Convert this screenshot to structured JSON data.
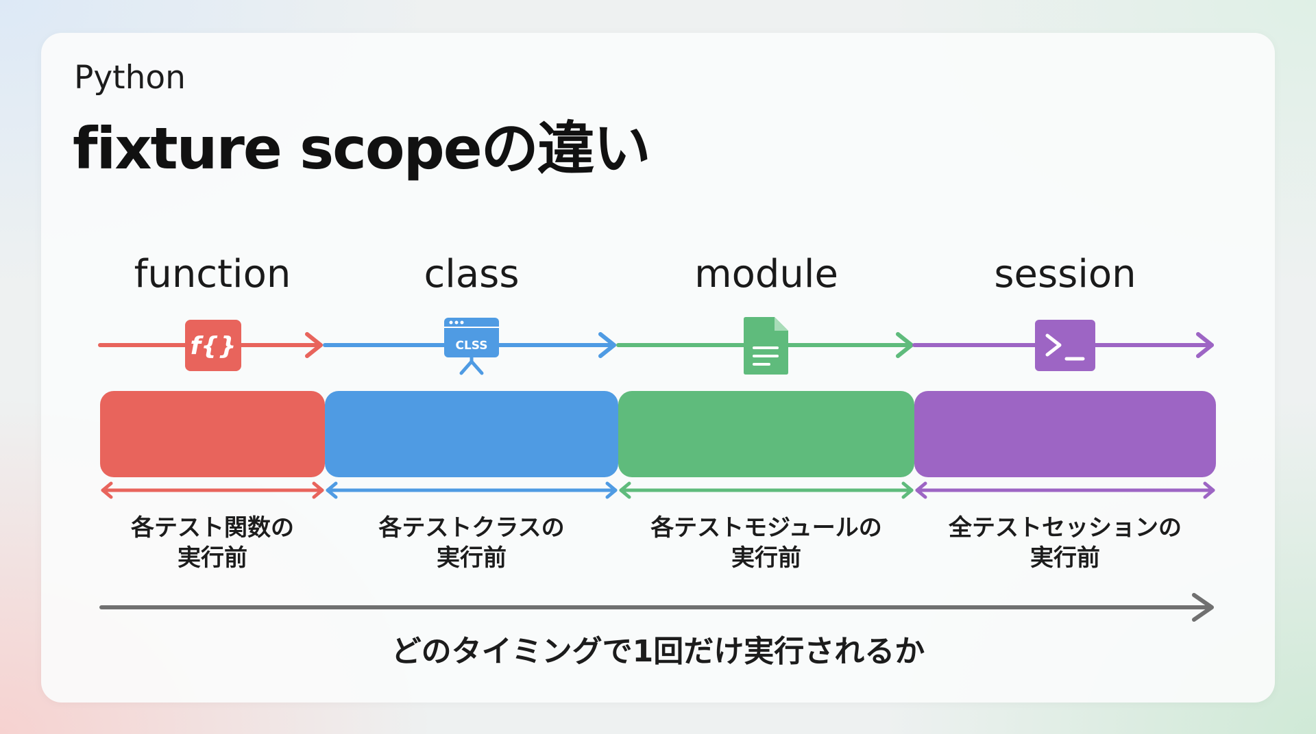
{
  "header": {
    "subtitle": "Python",
    "title": "fixture scopeの違い"
  },
  "colors": {
    "function": "#e8645c",
    "class": "#4f9be3",
    "module": "#5fbb7c",
    "session": "#9d65c4",
    "timeline": "#707070"
  },
  "scopes": [
    {
      "name": "function",
      "icon": "function-icon",
      "icon_text": "f{}",
      "desc_line1": "各テスト関数の",
      "desc_line2": "実行前"
    },
    {
      "name": "class",
      "icon": "class-board-icon",
      "icon_text": "CLSS",
      "desc_line1": "各テストクラスの",
      "desc_line2": "実行前"
    },
    {
      "name": "module",
      "icon": "document-icon",
      "icon_text": "",
      "desc_line1": "各テストモジュールの",
      "desc_line2": "実行前"
    },
    {
      "name": "session",
      "icon": "terminal-icon",
      "icon_text": ">_",
      "desc_line1": "全テストセッションの",
      "desc_line2": "実行前"
    }
  ],
  "footer": {
    "caption": "どのタイミングで1回だけ実行されるか"
  }
}
